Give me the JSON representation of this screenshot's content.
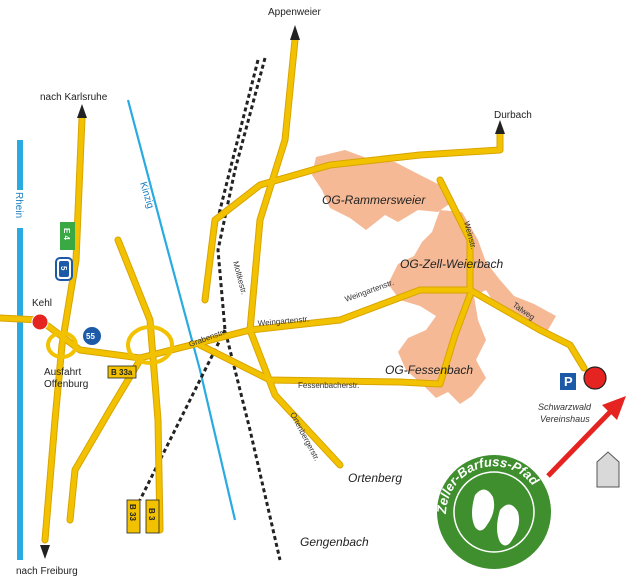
{
  "places": {
    "appenweier": "Appenweier",
    "karlsruhe": "nach Karlsruhe",
    "durbach": "Durbach",
    "rhein": "Rhein",
    "kinzig": "Kinzig",
    "kehl": "Kehl",
    "ausfahrt_line1": "Ausfahrt",
    "ausfahrt_line2": "Offenburg",
    "og_rammersweier": "OG-Rammersweier",
    "og_zell": "OG-Zell-Weierbach",
    "og_fessenbach": "OG-Fessenbach",
    "ortenberg": "Ortenberg",
    "gengenbach": "Gengenbach",
    "freiburg": "nach Freiburg",
    "destination_line1": "Schwarzwald",
    "destination_line2": "Vereinshaus"
  },
  "streets": {
    "moltkestr": "Moltkestr.",
    "grabenstr": "Grabenstr.",
    "weingartenstr1": "Weingartenstr.",
    "weingartenstr2": "Weingartenstr.",
    "weinstr": "Weinstr.",
    "talweg": "Talweg",
    "fessenbacherstr": "Fessenbacherstr.",
    "ortenbergerstr": "Ortenbergerstr."
  },
  "shields": {
    "e4": "E 4",
    "a5": "5",
    "b55": "55",
    "b33a": "B 33a",
    "b33": "B 33",
    "b3": "B 3"
  },
  "parking": "P",
  "logo_text": "Zeller-Barfuss-Pfad",
  "colors": {
    "road": "#f2c200",
    "road_edge": "#d8a400",
    "river": "#29abe2",
    "town_area": "#f5b996",
    "marker": "#e52421",
    "parking": "#1c5aa8",
    "arrow": "#e52421",
    "logo_green": "#3f8f2f"
  }
}
